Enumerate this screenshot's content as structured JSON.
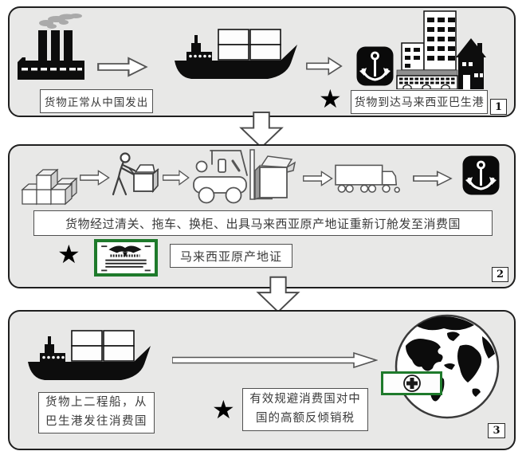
{
  "diagram": {
    "steps": [
      {
        "number": "1",
        "captions": {
          "left": "货物正常从中国发出",
          "right": "货物到达马来西亚巴生港"
        }
      },
      {
        "number": "2",
        "captions": {
          "main": "货物经过清关、拖车、换柜、出具马来西亚原产地证重新订舱发至消费国",
          "certificate": "马来西亚原产地证"
        }
      },
      {
        "number": "3",
        "captions": {
          "ship": "货物上二程船，从巴生港发往消费国",
          "benefit": "有效规避消费国对中国的高额反倾销税"
        }
      }
    ]
  },
  "symbols": {
    "star": "★"
  },
  "colors": {
    "panel_bg": "#e8e8e7",
    "panel_border": "#1f1f1f",
    "certificate_green": "#1e7a2b",
    "icon_black": "#0d0d0d",
    "text": "#3a3a3a"
  }
}
